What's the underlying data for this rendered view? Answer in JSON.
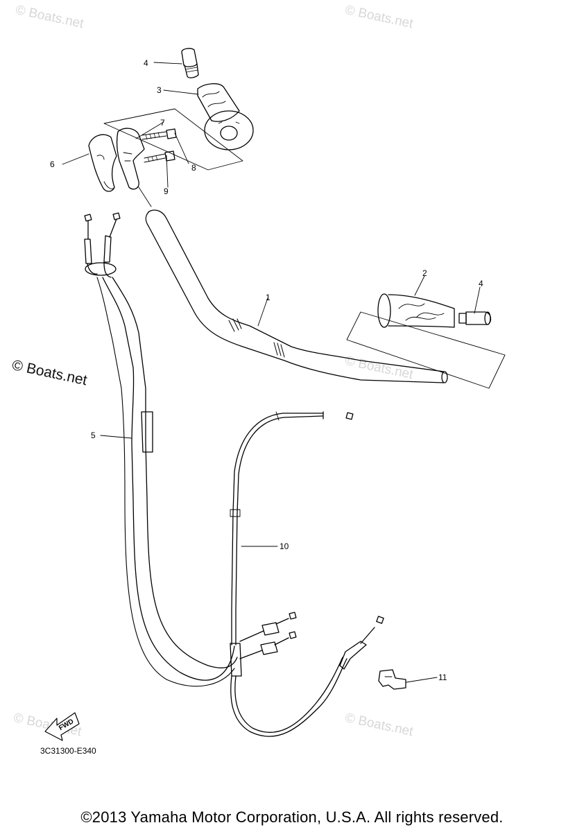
{
  "watermarks": {
    "faint": "© Boats.net",
    "prominent": "© Boats.net"
  },
  "callouts": [
    "1",
    "2",
    "3",
    "4",
    "4",
    "5",
    "6",
    "7",
    "8",
    "9",
    "10",
    "11"
  ],
  "fwd_label": "FWD",
  "diagram_code": "3C31300-E340",
  "copyright": "©2013 Yamaha Motor Corporation, U.S.A. All rights reserved."
}
